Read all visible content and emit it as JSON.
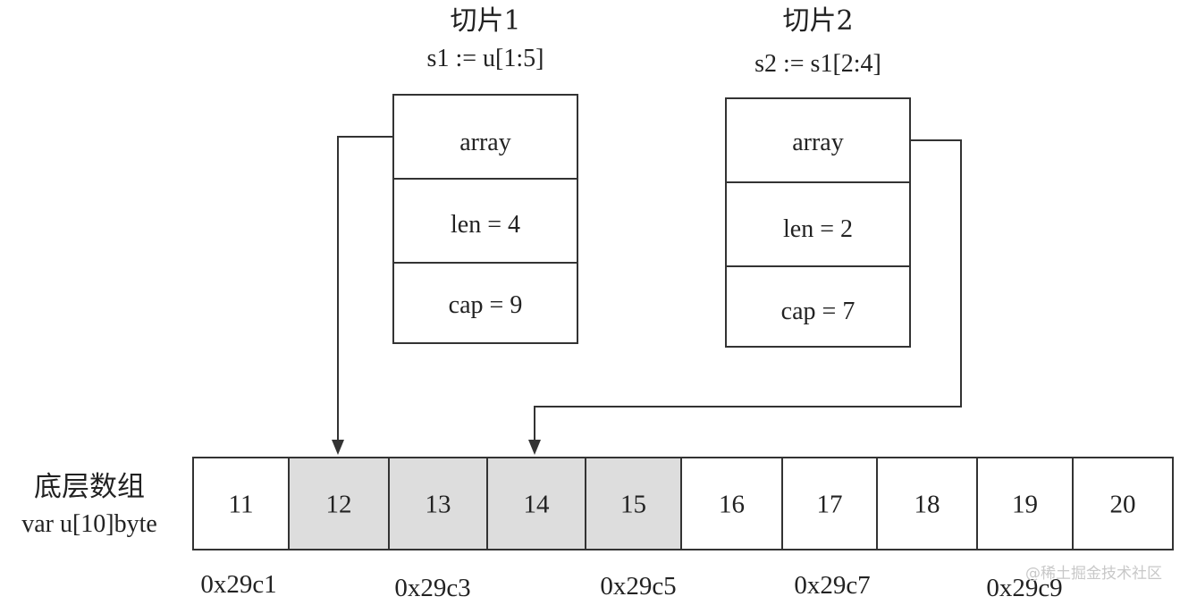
{
  "slices": [
    {
      "title": "切片1",
      "expr": "s1 := u[1:5]",
      "fields": [
        "array",
        "len = 4",
        "cap = 9"
      ],
      "points_to_index": 1
    },
    {
      "title": "切片2",
      "expr": "s2 := s1[2:4]",
      "fields": [
        "array",
        "len = 2",
        "cap = 7"
      ],
      "points_to_index": 3
    }
  ],
  "array": {
    "label": "底层数组",
    "declaration": "var u[10]byte",
    "values": [
      "11",
      "12",
      "13",
      "14",
      "15",
      "16",
      "17",
      "18",
      "19",
      "20"
    ],
    "highlighted": [
      1,
      2,
      3,
      4
    ],
    "highlight_color": "#dddddd",
    "addresses": [
      "0x29c1",
      "0x29c3",
      "0x29c5",
      "0x29c7",
      "0x29c9"
    ]
  },
  "watermark": "@稀土掘金技术社区"
}
